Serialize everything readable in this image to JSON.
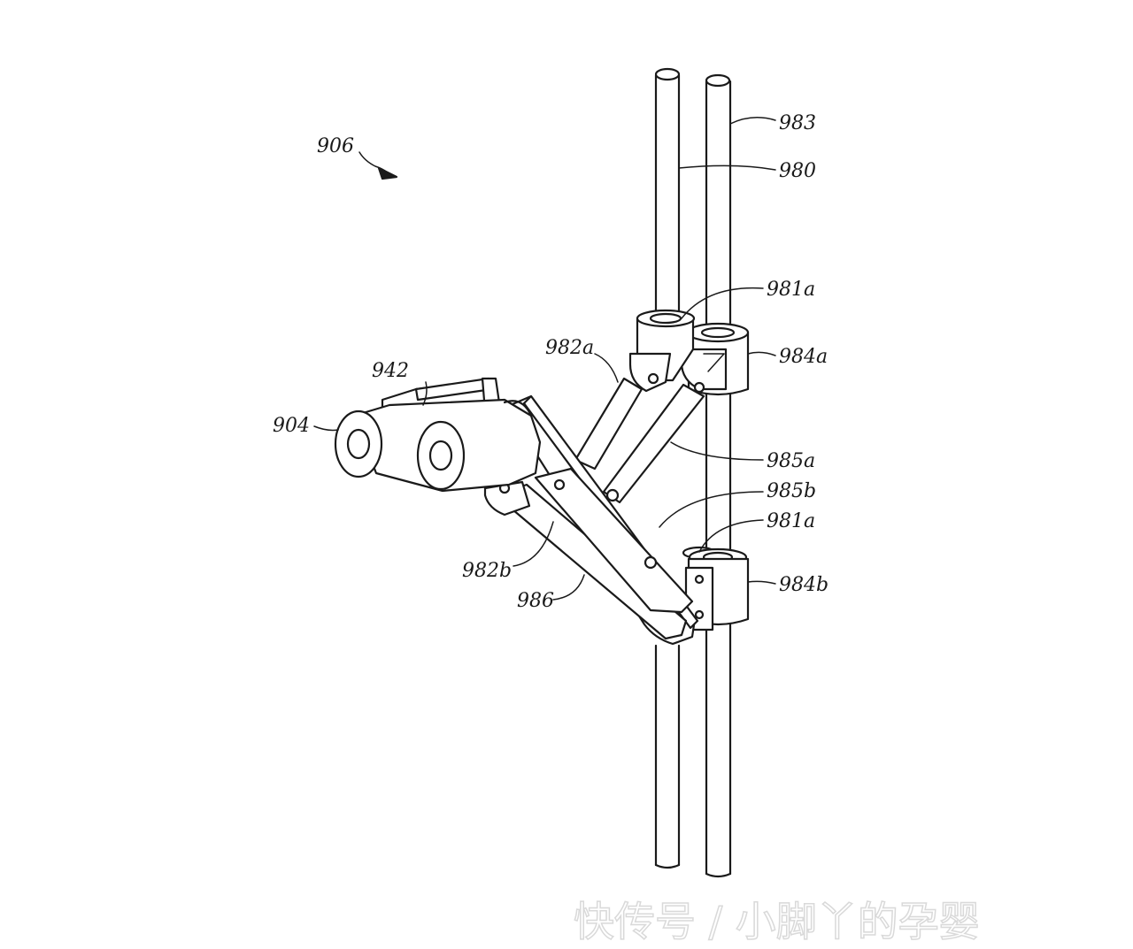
{
  "labels": {
    "l906": "906",
    "l983": "983",
    "l980": "980",
    "l981a_top": "981a",
    "l982a": "982a",
    "l984a": "984a",
    "l942": "942",
    "l904": "904",
    "l985a": "985a",
    "l985b": "985b",
    "l981a_bottom": "981a",
    "l982b": "982b",
    "l984b": "984b",
    "l986": "986"
  },
  "watermark": "快传号 / 小脚丫的孕婴",
  "colors": {
    "line": "#1a1a1a",
    "background": "#ffffff",
    "watermark": "#d9d9d9"
  }
}
